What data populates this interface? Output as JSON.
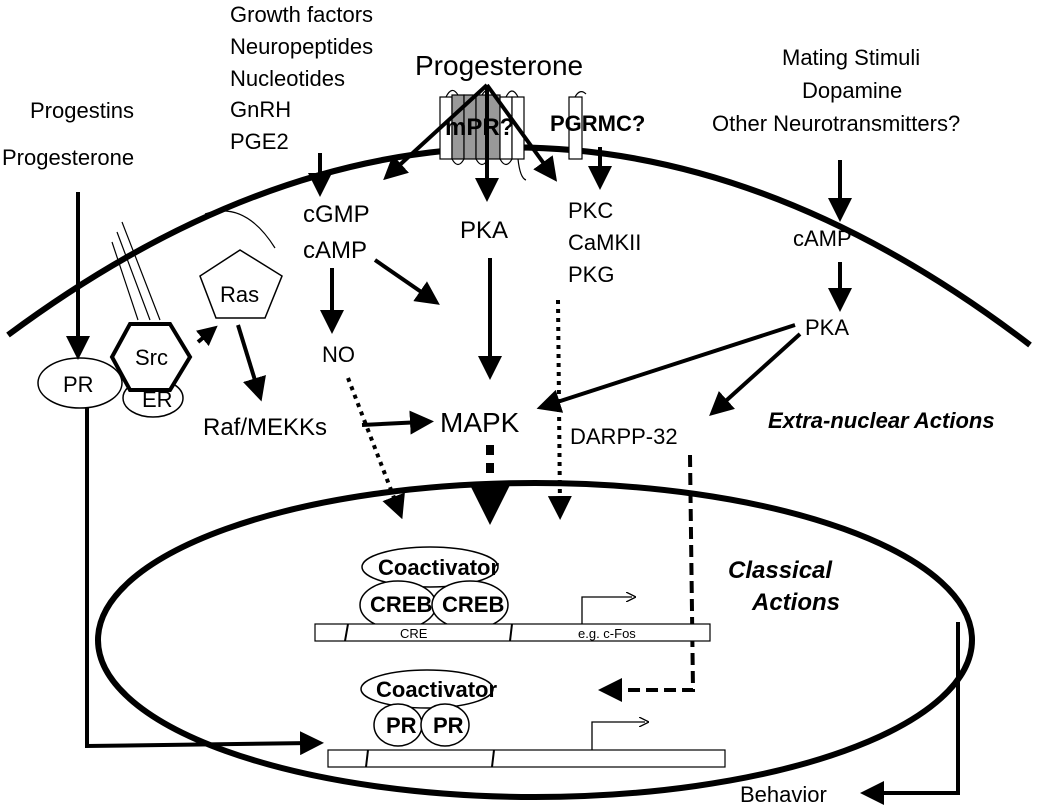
{
  "ligands_left": [
    "Progestins",
    "Progesterone"
  ],
  "ligands_growth": [
    "Growth factors",
    "Neuropeptides",
    "Nucleotides",
    "GnRH",
    "PGE2"
  ],
  "ligand_top": "Progesterone",
  "ligands_right": [
    "Mating Stimuli",
    "Dopamine",
    "Other Neurotransmitters?"
  ],
  "receptors": {
    "mpr": "mPR?",
    "pgrmc": "PGRMC?",
    "pr": "PR",
    "src": "Src",
    "er": "ER",
    "ras": "Ras"
  },
  "messengers": {
    "cgmp": "cGMP",
    "camp": "cAMP",
    "no": "NO",
    "pka": "PKA",
    "pkc": "PKC",
    "camkii": "CaMKII",
    "pkg": "PKG",
    "camp_right": "cAMP",
    "pka_right": "PKA",
    "raf": "Raf/MEKKs",
    "mapk": "MAPK",
    "darpp": "DARPP-32"
  },
  "section_labels": {
    "extra_nuclear": "Extra-nuclear Actions",
    "classical_1": "Classical",
    "classical_2": "Actions"
  },
  "nucleus": {
    "coactivator_top": "Coactivator",
    "creb_1": "CREB",
    "creb_2": "CREB",
    "cre": "CRE",
    "cfos": "e.g. c-Fos",
    "coactivator_bottom": "Coactivator",
    "pr_1": "PR",
    "pr_2": "PR"
  },
  "output": "Behavior"
}
